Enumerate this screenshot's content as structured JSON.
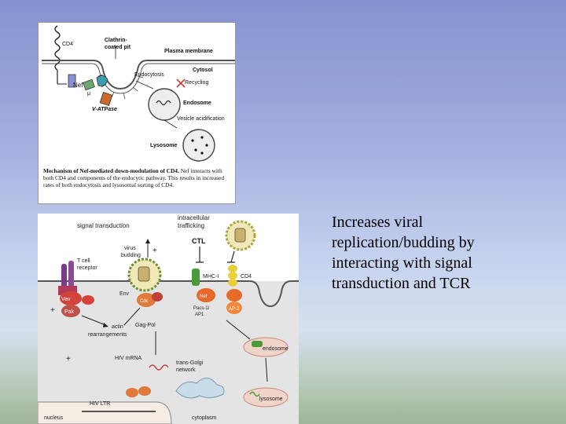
{
  "top_diagram": {
    "labels": {
      "cd4": "CD4",
      "clathrin": "Clathrin-\ncoated pit",
      "plasma_membrane": "Plasma membrane",
      "cytosol": "Cytosol",
      "nef": "Nef",
      "mu": "μ",
      "vatpase": "V-ATPase",
      "endocytosis": "Endocytosis",
      "recycling": "Recycling",
      "endosome": "Endosome",
      "vesicle_acidification": "Vesicle acidification",
      "lysosome": "Lysosome"
    },
    "caption": {
      "bold": "Mechanism of Nef-mediated down-modulation of CD4.",
      "text": " Nef interacts with both CD4 and components of the endocytic pathway. This results in increased rates of both endocytosis and lysosomal sorting of CD4."
    }
  },
  "bottom_diagram": {
    "labels": {
      "signal_transduction": "signal transduction",
      "intracellular": "intracellular",
      "trafficking": "trafficking",
      "virus": "virus",
      "budding": "budding",
      "plus": "+",
      "ctl": "CTL",
      "t_cell": "T cell",
      "receptor": "receptor",
      "env": "Env",
      "mhc1": "MHC-I",
      "cd4": "CD4",
      "vav": "Vav",
      "pak": "Pak",
      "cdc": "Cdc",
      "nef": "Nef",
      "pacs": "Pacs-1/",
      "ap1": "AP1",
      "ap2": "AP-2",
      "actin": "actin",
      "rearrangements": "rearrangements",
      "gag_pol": "Gag-Pol",
      "hiv_mrna": "HIV mRNA",
      "endosome": "endosome",
      "trans_golgi": "trans-Golgi",
      "network": "network",
      "hiv_ltr": "HIV LTR",
      "nucleus": "nucleus",
      "lysosome": "lysosome",
      "cytoplasm": "cytoplasm"
    }
  },
  "side_text": "Increases viral replication/budding by interacting with signal transduction and TCR"
}
